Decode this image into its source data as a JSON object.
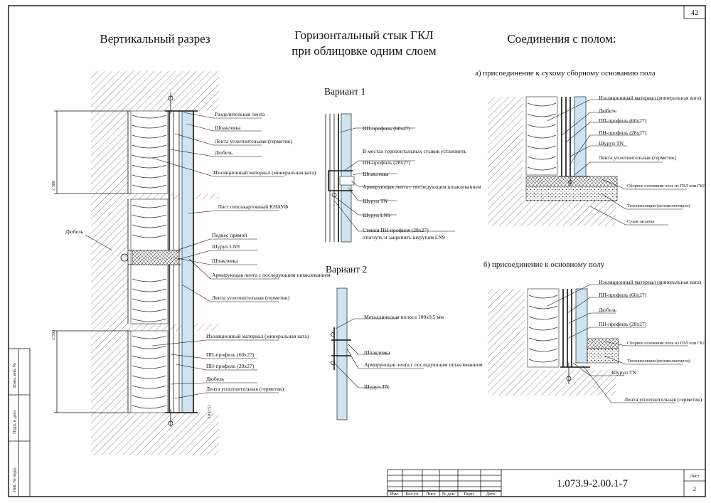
{
  "sheet": {
    "page_number": "42",
    "doc_code": "1.073.9-2.00.1-7",
    "list_header": "Лист",
    "list_number": "2",
    "stamp_cols": [
      "Изм.",
      "Кол.уч.",
      "Лист",
      "№ док.",
      "Подп.",
      "Дата"
    ],
    "side_fields": [
      "Взам. инв. №",
      "Подп. и дата",
      "Инв. № подл."
    ]
  },
  "vertical": {
    "title": "Вертикальный разрез",
    "dim_top": "≤ 500",
    "dim_bottom": "≤ 500",
    "dim_gap": "10 (15)",
    "labels": {
      "razdel": "Разделительная лента",
      "shpatl1": "Шпаклевка",
      "lenta_upl": "Лента уплотнительная (герметик)",
      "dubel1": "Дюбель",
      "izol1": "Изоляционный материал (минеральная вата)",
      "list_gkl": "Лист гипсокартонный КНАУФ",
      "podves": "Подвес прямой",
      "shurup_ln": "Шуруп LN9",
      "shpatl2": "Шпаклевка",
      "arm_lenta": "Армирующая лента с последующим шпаклеванием",
      "lenta_upl2": "Лента уплотнительная (герметик)",
      "dubel_left": "Дюбель",
      "izol2": "Изоляционный материал (минеральная вата)",
      "pp_prof": "ПП-профиль (60х27)",
      "pn_prof": "ПН-профиль (28х27)",
      "dubel2": "Дюбель",
      "lenta_upl3": "Лента уплотнительная (герметик)"
    }
  },
  "horizontal": {
    "title_line1": "Горизонтальный стык ГКЛ",
    "title_line2": "при облицовке одним слоем",
    "variant1": "Вариант 1",
    "variant2": "Вариант 2",
    "v1": {
      "pp": "ПП-профиль (60х27)",
      "mesta": "В местах горизонтальных стыков установить",
      "pn": "ПН-профиль (28х27)",
      "shpatl": "Шпаклевка",
      "arm": "Армирующая лента с последующим шпаклеванием",
      "shurup": "Шуруп TN",
      "shurup_ln": "Шуруп LN9",
      "stenki": "Стенки ПН-профиля (28х27)",
      "stenki2": "отогнуть и закрепить шурупом LN9"
    },
    "v2": {
      "polosa": "Металлическая полоса 100х0,5 мм",
      "shpatl": "Шпаклевка",
      "arm": "Армирующая лента с последующим шпаклеванием",
      "shurup": "Шуруп TN"
    }
  },
  "floor": {
    "title": "Соединения с полом:",
    "a_title": "а)  присоединение к сухому сборному основанию пола",
    "b_title": "б)  присоединение к основному полу",
    "a": {
      "izol": "Изоляционный материал (минеральная вата)",
      "dubel": "Дюбель",
      "pp": "ПП-профиль (60х27)",
      "pn": "ПН-профиль (28х27)",
      "shurup": "Шуруп TN",
      "lenta": "Лента уплотнительная (герметик)",
      "sbornoe": "Сборное основание пола из ГВЛ или ГКЛ",
      "teplo": "Теплоизоляция (пенополистирол)",
      "zasypka": "Сухая засыпка"
    },
    "b": {
      "izol": "Изоляционный материал (минеральная вата)",
      "pp": "ПП-профиль (60х27)",
      "dubel": "Дюбель",
      "pn": "ПН-профиль (28х27)",
      "sbornoe": "Сборное основание пола из ГВЛ или ГКЛ",
      "teplo": "Теплоизоляция (пенополистирол)",
      "shurup": "Шуруп TN",
      "lenta": "Лента уплотнительная (герметик)"
    }
  }
}
